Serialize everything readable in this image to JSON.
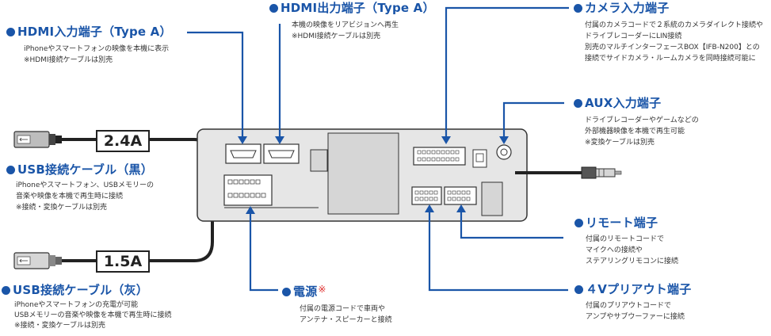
{
  "labels": {
    "hdmi_in": {
      "title": "HDMI入力端子（Type A）",
      "lines": [
        "iPhoneやスマートフォンの映像を本機に表示",
        "※HDMI接続ケーブルは別売"
      ]
    },
    "hdmi_out": {
      "title": "HDMI出力端子（Type A）",
      "lines": [
        "本機の映像をリアビジョンへ再生",
        "※HDMI接続ケーブルは別売"
      ]
    },
    "camera": {
      "title": "カメラ入力端子",
      "lines": [
        "付属のカメラコードで２系統のカメラダイレクト接続や",
        "ドライブレコーダーにLIN接続",
        "別売のマルチインターフェースBOX【IFB-N200】との",
        "接続でサイドカメラ・ルームカメラを同時接続可能に"
      ]
    },
    "aux": {
      "title": "AUX入力端子",
      "lines": [
        "ドライブレコーダーやゲームなどの",
        "外部機器映像を本機で再生可能",
        "※変換ケーブルは別売"
      ]
    },
    "usb_black": {
      "title": "USB接続ケーブル（黒）",
      "lines": [
        "iPhoneやスマートフォン、USBメモリーの",
        "音楽や映像を本機で再生時に接続",
        "※接続・変換ケーブルは別売"
      ]
    },
    "usb_gray": {
      "title": "USB接続ケーブル（灰）",
      "lines": [
        "iPhoneやスマートフォンの充電が可能",
        "USBメモリーの音楽や映像を本機で再生時に接続",
        "※接続・変換ケーブルは別売"
      ]
    },
    "power": {
      "title": "電源",
      "mark": "※",
      "lines": [
        "付属の電源コードで車両や",
        "アンテナ・スピーカーと接続"
      ]
    },
    "remote": {
      "title": "リモート端子",
      "lines": [
        "付属のリモートコードで",
        "マイクへの接続や",
        "ステアリングリモコンに接続"
      ]
    },
    "preout": {
      "title": "４Vプリアウト端子",
      "lines": [
        "付属のプリアウトコードで",
        "アンプやサブウーファーに接続"
      ]
    }
  },
  "cable_ratings": {
    "black": "2.4A",
    "gray": "1.5A"
  },
  "colors": {
    "accent": "#1a55a8",
    "note": "#e0302f",
    "unit": "#e6e6e6",
    "cable": "#222222"
  },
  "icons": [
    "usb-plug-icon",
    "usb-plug-icon",
    "rca-plug-icon"
  ]
}
